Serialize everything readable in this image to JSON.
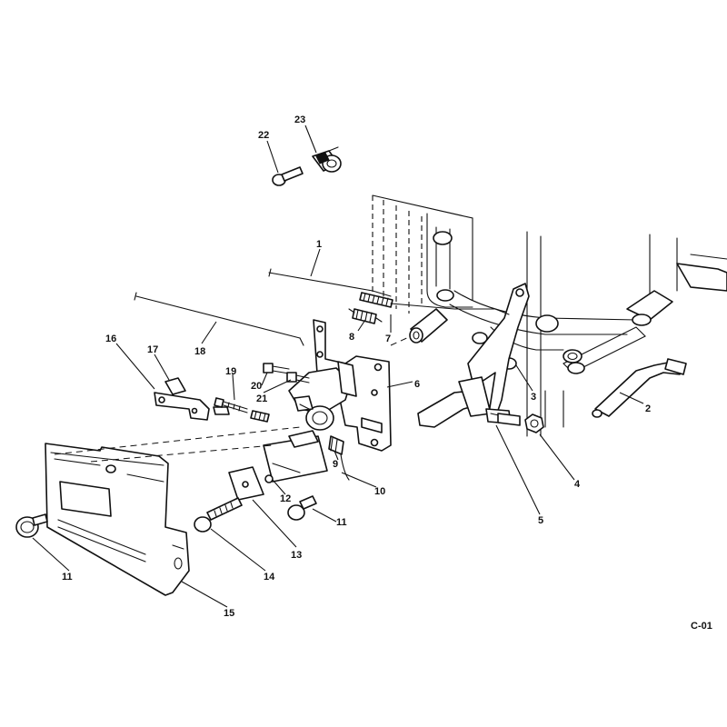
{
  "drawing_code": "C-01",
  "callouts": [
    {
      "id": "c1",
      "text": "1"
    },
    {
      "id": "c2",
      "text": "2"
    },
    {
      "id": "c3",
      "text": "3"
    },
    {
      "id": "c4",
      "text": "4"
    },
    {
      "id": "c5",
      "text": "5"
    },
    {
      "id": "c6",
      "text": "6"
    },
    {
      "id": "c7",
      "text": "7"
    },
    {
      "id": "c8",
      "text": "8"
    },
    {
      "id": "c9",
      "text": "9"
    },
    {
      "id": "c10",
      "text": "10"
    },
    {
      "id": "c11a",
      "text": "11"
    },
    {
      "id": "c11b",
      "text": "11"
    },
    {
      "id": "c12",
      "text": "12"
    },
    {
      "id": "c13",
      "text": "13"
    },
    {
      "id": "c14",
      "text": "14"
    },
    {
      "id": "c15",
      "text": "15"
    },
    {
      "id": "c16",
      "text": "16"
    },
    {
      "id": "c17",
      "text": "17"
    },
    {
      "id": "c18",
      "text": "18"
    },
    {
      "id": "c19",
      "text": "19"
    },
    {
      "id": "c20",
      "text": "20"
    },
    {
      "id": "c21",
      "text": "21"
    },
    {
      "id": "c22",
      "text": "22"
    },
    {
      "id": "c23",
      "text": "23"
    }
  ]
}
